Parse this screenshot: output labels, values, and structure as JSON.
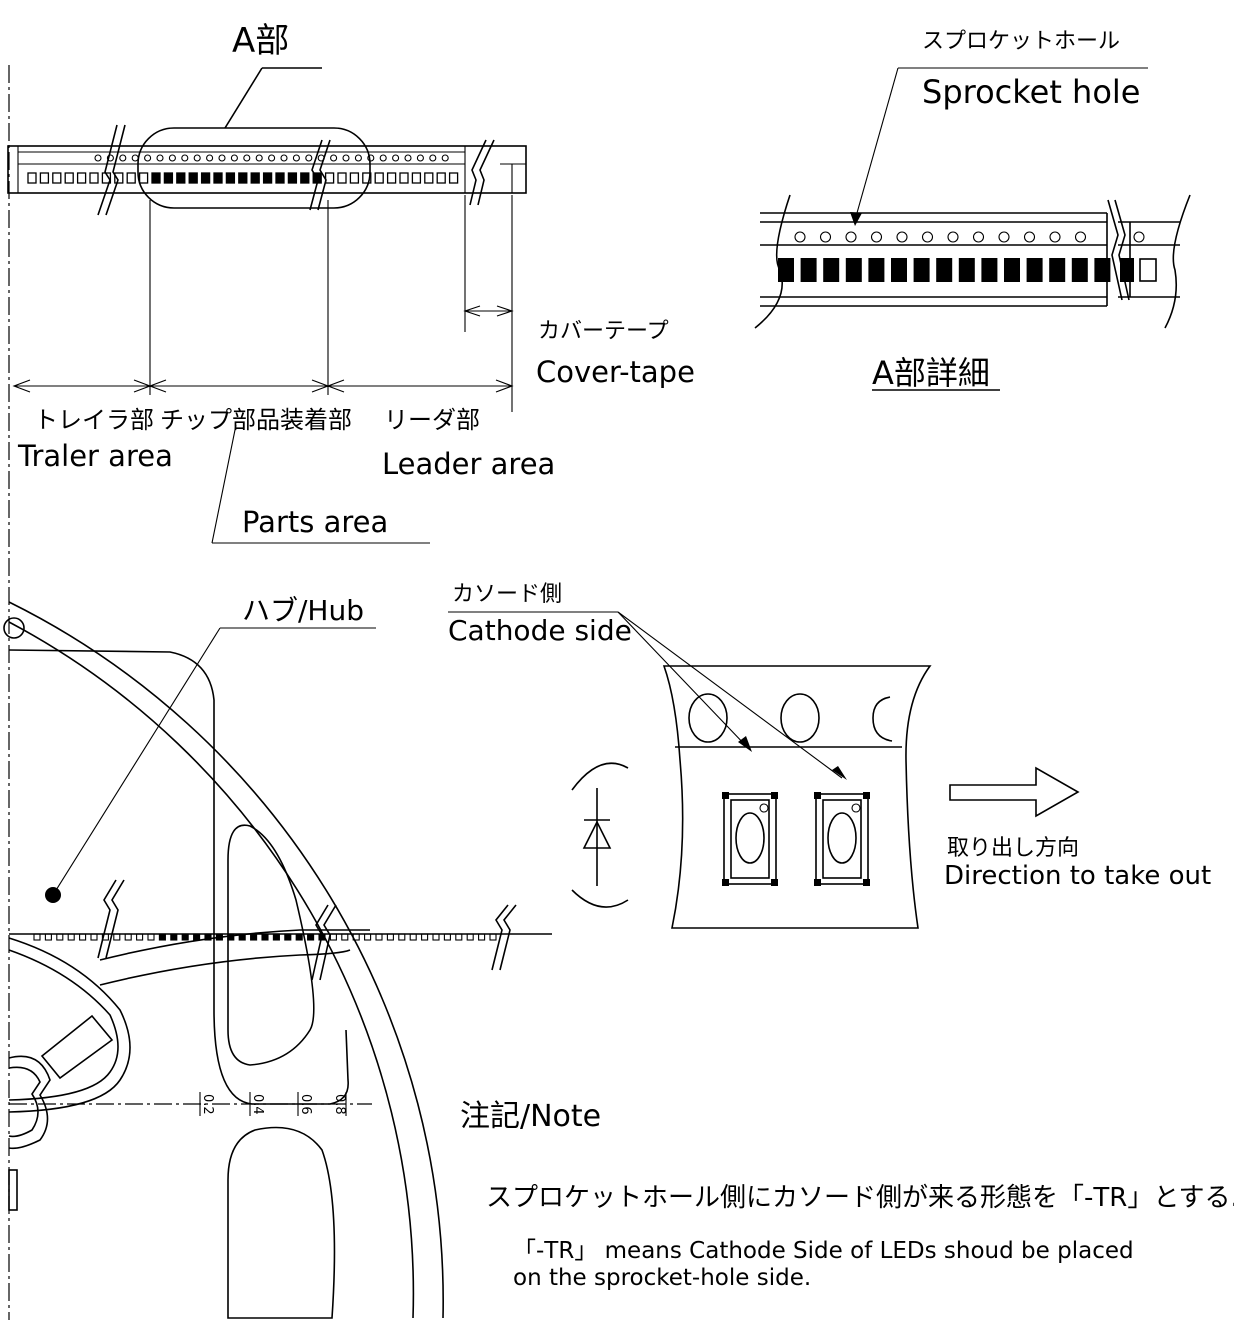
{
  "labels": {
    "a_part": "A部",
    "sprocket_jp": "スプロケットホール",
    "sprocket_en": "Sprocket hole",
    "detail_a": "A部詳細",
    "cover_jp": "カバーテープ",
    "cover_en": "Cover-tape",
    "trailer_jp": "トレイラ部",
    "trailer_en": "Traler area",
    "parts_jp": "チップ部品装着部",
    "parts_en": "Parts area",
    "leader_jp": "リーダ部",
    "leader_en": "Leader area",
    "hub": "ハブ/Hub",
    "cathode_jp": "カソード側",
    "cathode_en": "Cathode side",
    "direction_jp": "取り出し方向",
    "direction_en": "Direction to take out",
    "note_title": "注記/Note",
    "note_jp": "スプロケットホール側にカソード側が来る形態を「-TR」とする.",
    "note_en_1": "「-TR」 means Cathode Side of LEDs shoud be placed",
    "note_en_2": "on the sprocket-hole side."
  },
  "gauge_ticks": [
    "0.2",
    "0.4",
    "0.6",
    "0.8"
  ]
}
